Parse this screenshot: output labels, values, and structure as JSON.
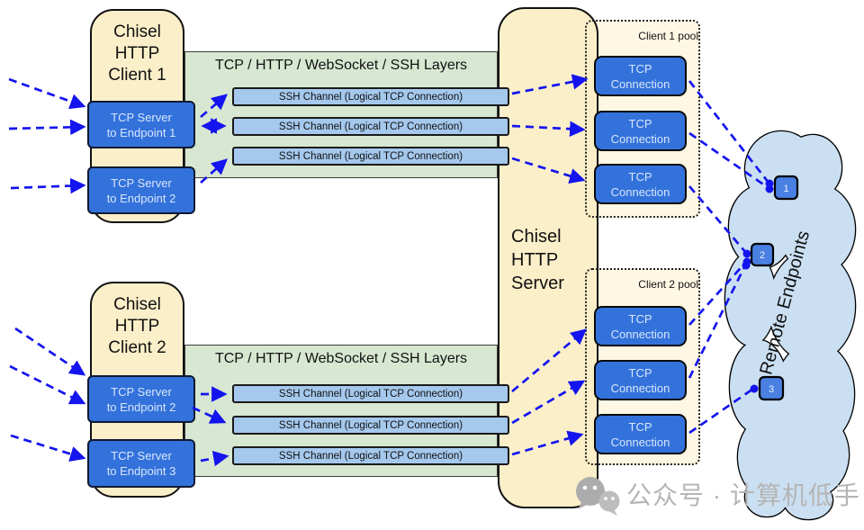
{
  "diagram": {
    "clients": [
      {
        "title": "Chisel\nHTTP\nClient 1",
        "tcp_servers": [
          "TCP Server\nto Endpoint 1",
          "TCP Server\nto Endpoint 2"
        ]
      },
      {
        "title": "Chisel\nHTTP\nClient 2",
        "tcp_servers": [
          "TCP Server\nto Endpoint 2",
          "TCP Server\nto Endpoint 3"
        ]
      }
    ],
    "layer_bands": [
      "TCP / HTTP / WebSocket / SSH Layers",
      "TCP / HTTP / WebSocket / SSH Layers"
    ],
    "ssh_channel_label": "SSH Channel (Logical TCP Connection)",
    "server_title": "Chisel\nHTTP\nServer",
    "pools": [
      {
        "label": "Client 1 pool",
        "connections": [
          "TCP\nConnection",
          "TCP\nConnection",
          "TCP\nConnection"
        ]
      },
      {
        "label": "Client 2 pool",
        "connections": [
          "TCP\nConnection",
          "TCP\nConnection",
          "TCP\nConnection"
        ]
      }
    ],
    "cloud": {
      "label": "Remote Endpoints",
      "endpoints": [
        "1",
        "2",
        "3"
      ]
    },
    "watermark": "公众号 · 计算机低手",
    "colors": {
      "arrow_blue": "#1414EE",
      "node_blue": "#3372DB",
      "channel_blue": "#A5C8ED",
      "cream": "#FBEFC9",
      "pool_cream": "#FDF7E3",
      "layer_green": "#D7E7D1",
      "cloud_blue": "#CBDFF2"
    }
  }
}
